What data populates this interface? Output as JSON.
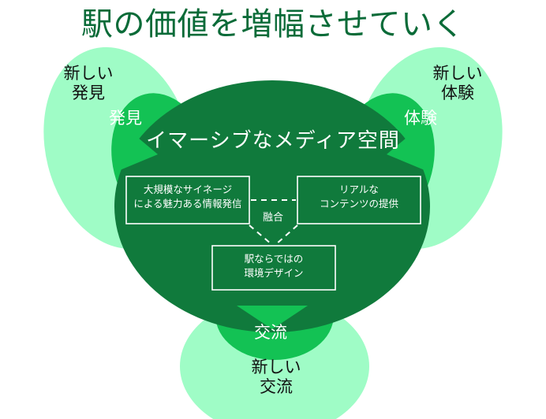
{
  "title": "駅の価値を増幅させていく",
  "colors": {
    "title_green": "#0a6b38",
    "core_green": "#107a3c",
    "mid_green": "#13c254",
    "light_green": "#9ffcc6",
    "white": "#ffffff",
    "black_text": "#111111"
  },
  "lobes": {
    "left": {
      "outer_label": "新しい\n発見",
      "inner_label": "発見"
    },
    "right": {
      "outer_label": "新しい\n体験",
      "inner_label": "体験"
    },
    "bottom": {
      "outer_label": "新しい\n交流",
      "inner_label": "交流"
    }
  },
  "core": {
    "heading": "イマーシブなメディア空間",
    "connector_label": "融合",
    "boxes": [
      {
        "id": "signage",
        "label": "大規模なサイネージ\nによる魅力ある情報発信"
      },
      {
        "id": "content",
        "label": "リアルな\nコンテンツの提供"
      },
      {
        "id": "design",
        "label": "駅ならではの\n環境デザイン"
      }
    ]
  }
}
